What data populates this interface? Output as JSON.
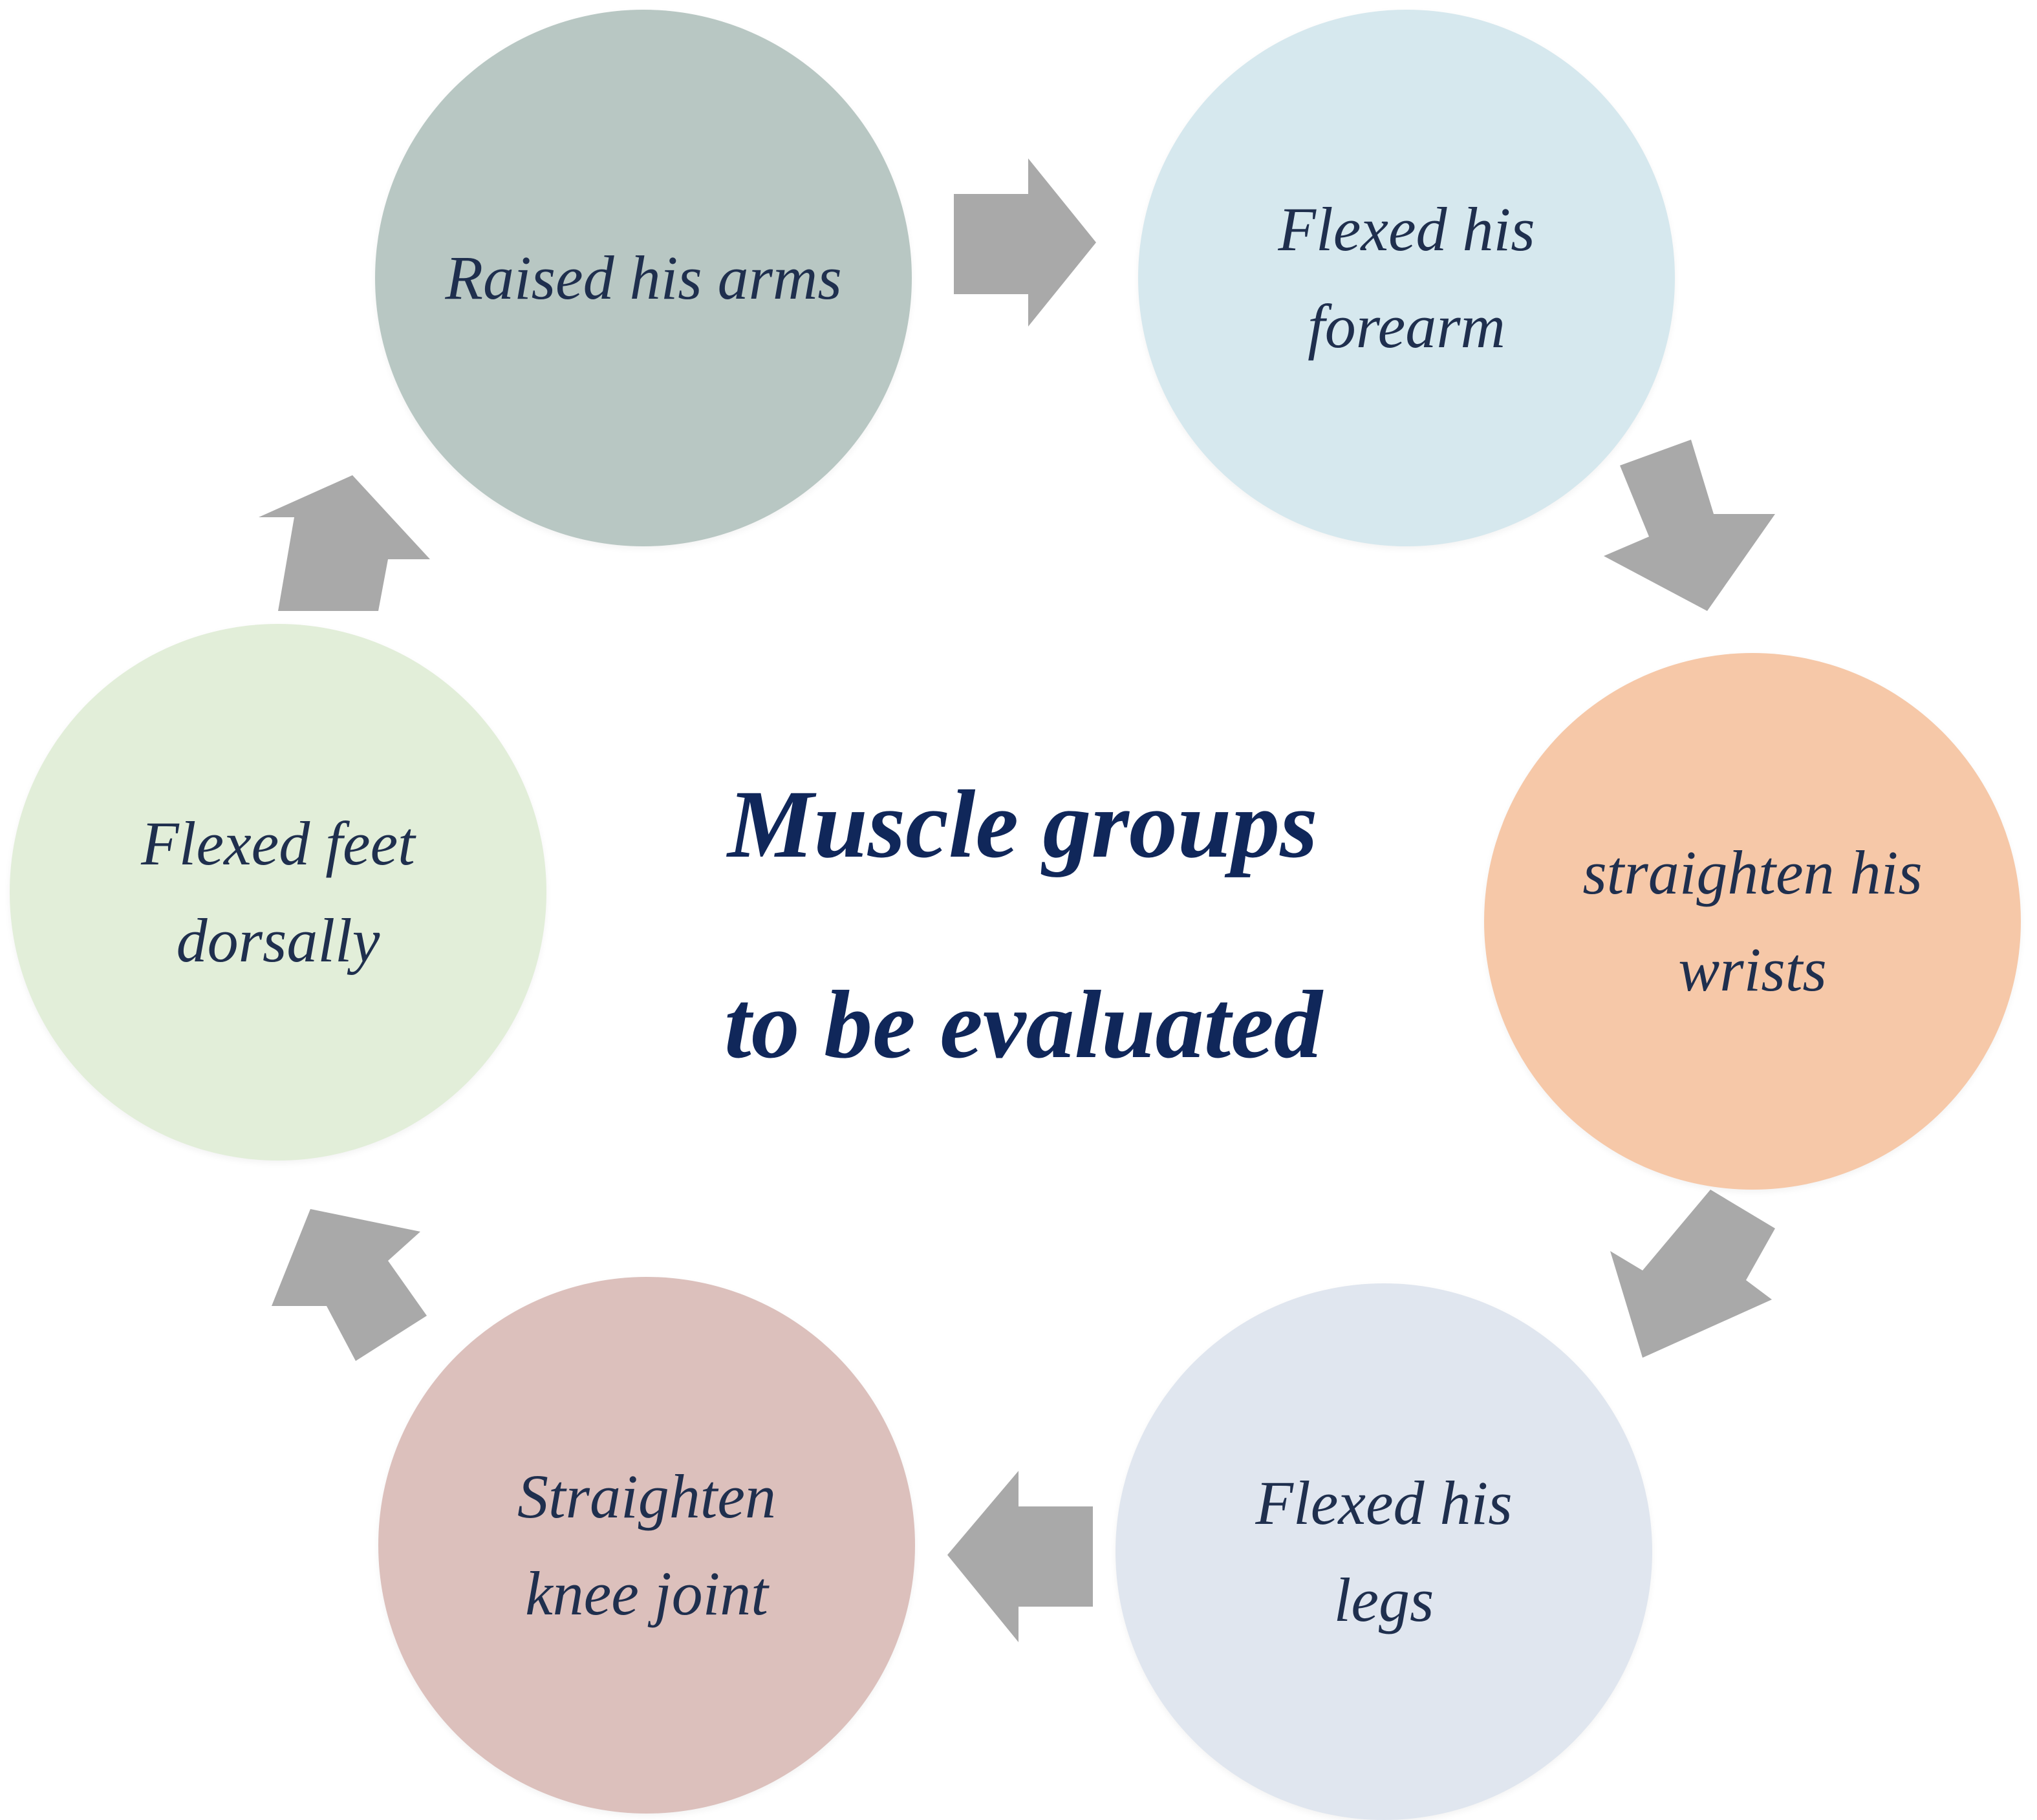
{
  "diagram": {
    "title_lines": [
      "Muscle groups",
      "to be evaluated"
    ],
    "arrow_color": "#a9a9a9",
    "steps": [
      {
        "label": "Raised his arms",
        "color": "#b8c7c3"
      },
      {
        "label": "Flexed his\nforearm",
        "color": "#d6e8ee"
      },
      {
        "label": "straighten his\nwrists",
        "color": "#f6c8a8"
      },
      {
        "label": "Flexed his\nlegs",
        "color": "#e0e6ef"
      },
      {
        "label": "Straighten\nknee joint",
        "color": "#dcc0bc"
      },
      {
        "label": "Flexed feet\ndorsally",
        "color": "#e2eed9"
      }
    ]
  }
}
